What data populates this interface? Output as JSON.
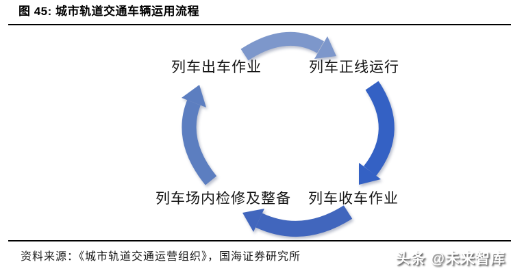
{
  "figure": {
    "title": "图 45:  城市轨道交通车辆运用流程"
  },
  "diagram": {
    "type": "cycle",
    "direction": "clockwise",
    "nodes": [
      {
        "label": "列车出车作业"
      },
      {
        "label": "列车正线运行"
      },
      {
        "label": "列车收车作业"
      },
      {
        "label": "列车场内检修及整备"
      }
    ],
    "arrows": [
      {
        "from": "列车出车作业",
        "to": "列车正线运行",
        "color": "#7d97cb"
      },
      {
        "from": "列车正线运行",
        "to": "列车收车作业",
        "color": "#3461c4"
      },
      {
        "from": "列车收车作业",
        "to": "列车场内检修及整备",
        "color": "#4166bd"
      },
      {
        "from": "列车场内检修及整备",
        "to": "列车出车作业",
        "color": "#5c7ec0"
      }
    ]
  },
  "footer": {
    "source": "资料来源：《城市轨道交通运营组织》，国海证券研究所"
  },
  "watermark": {
    "text": "头条 @未来智库"
  }
}
